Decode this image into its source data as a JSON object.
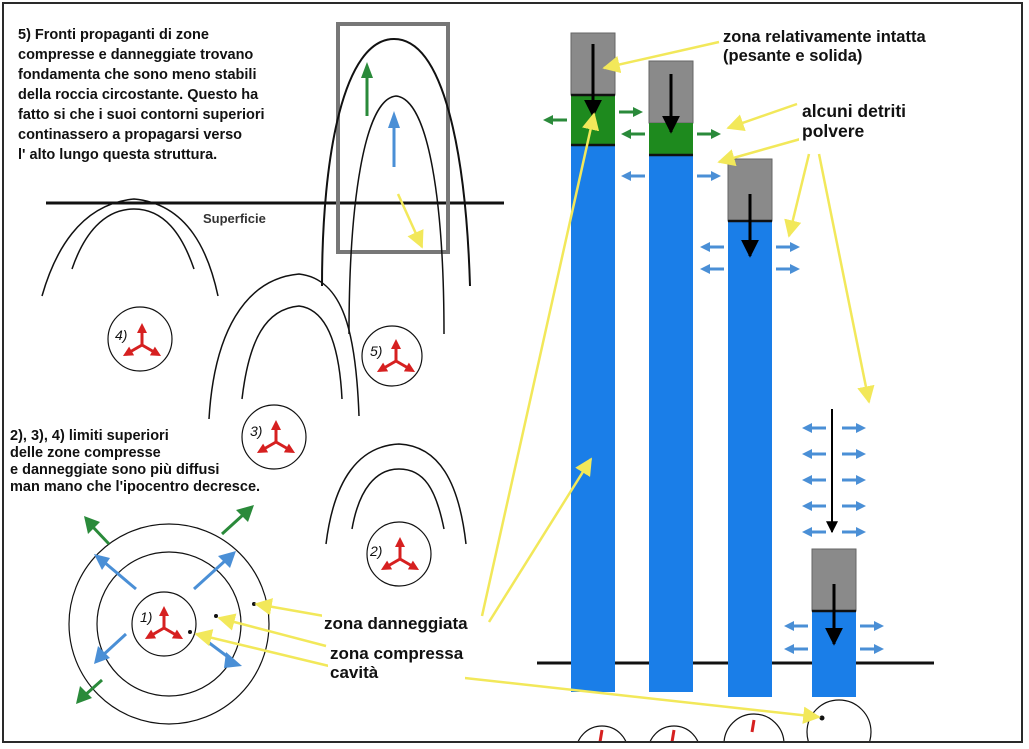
{
  "labels": {
    "step5_title": "5) Fronti propaganti di zone",
    "step5_lines": [
      "compresse e danneggiate trovano",
      "fondamenta che sono meno stabili",
      "della roccia circostante. Questo ha",
      "fatto si che i suoi contorni superiori",
      "continassero a propagarsi verso",
      "l' alto lungo questa struttura."
    ],
    "surface": "Superficie",
    "steps_234_lines": [
      "2), 3), 4) limiti superiori",
      "delle zone compresse",
      "e danneggiate sono più diffusi",
      "man mano che l'ipocentro decresce."
    ],
    "intact_zone_1": "zona relativamente intatta",
    "intact_zone_2": "(pesante e solida)",
    "debris": "alcuni detriti",
    "dust": "polvere",
    "damaged_zone": "zona danneggiata",
    "compressed_zone": "zona compressa",
    "cavity": "cavità"
  },
  "markers": {
    "m1": "1)",
    "m2": "2)",
    "m3": "3)",
    "m4": "4)",
    "m5": "5)"
  },
  "colors": {
    "column_blue": "#1a7ee8",
    "compressed_green": "#1e8a1e",
    "intact_gray": "#8a8a8a",
    "pointer_yellow": "#f2e85a",
    "star_red": "#d62020",
    "arrow_blue": "#4a8fd6",
    "arrow_green": "#2a8a3a"
  }
}
